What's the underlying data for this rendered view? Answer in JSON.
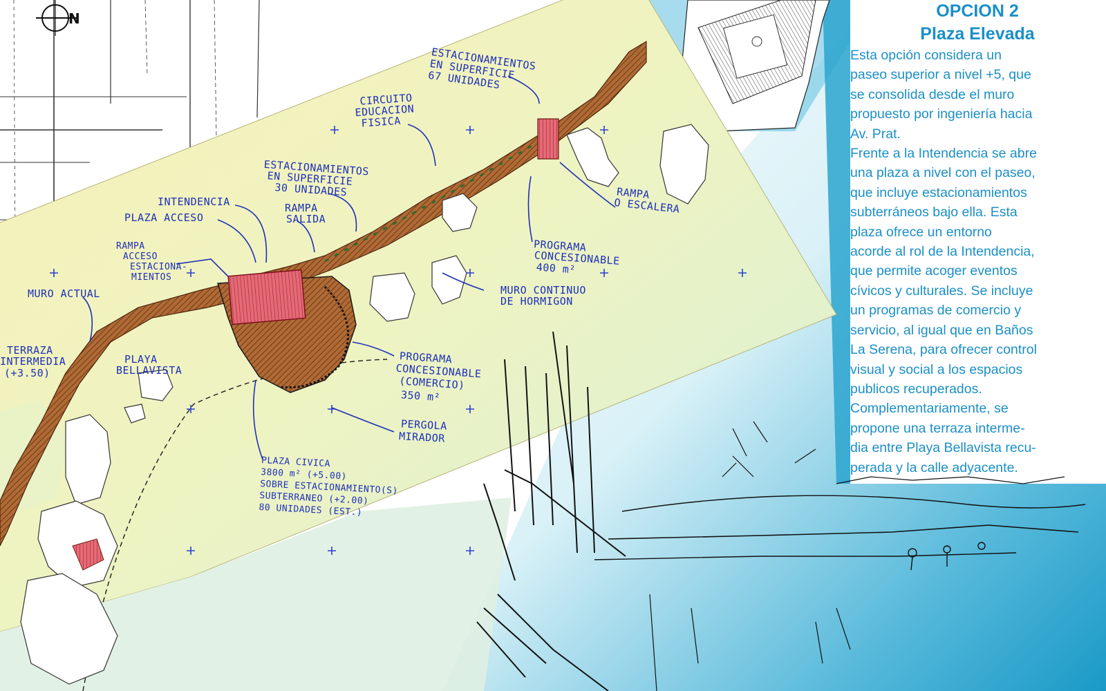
{
  "sidebar": {
    "title": "OPCION 2",
    "subtitle": "Plaza Elevada",
    "lines": [
      "Esta opción considera un",
      "paseo superior a nivel +5,  que",
      "se consolida desde el muro",
      "propuesto por ingeniería hacia",
      "Av. Prat.",
      "Frente a la Intendencia se abre",
      "una plaza a nivel con el paseo,",
      "que incluye estacionamientos",
      "subterráneos bajo ella. Esta",
      "plaza ofrece un entorno",
      "acorde al rol de la Intendencia,",
      "que permite acoger eventos",
      "cívicos y culturales. Se incluye",
      "un programas de comercio y",
      "servicio, al igual que en Baños",
      "La Serena, para ofrecer control",
      "visual y social  a los espacios",
      "publicos recuperados.",
      "Complementariamente, se",
      "propone una terraza interme-",
      "dia entre Playa Bellavista recu-",
      "perada y la calle adyacente."
    ]
  },
  "plan_labels": {
    "est_67": [
      "ESTACIONAMIENTOS",
      "EN SUPERFICIE",
      "67 UNIDADES"
    ],
    "circuito": [
      "CIRCUITO",
      "EDUCACION",
      "FISICA"
    ],
    "est_30": [
      "ESTACIONAMIENTOS",
      "EN SUPERFICIE",
      "30 UNIDADES"
    ],
    "intendencia": "INTENDENCIA",
    "plaza_acceso": "PLAZA ACCESO",
    "rampa_salida": [
      "RAMPA",
      "SALIDA"
    ],
    "rampa_acceso": [
      "RAMPA",
      "ACCESO",
      "ESTACIONA-",
      "MIENTOS"
    ],
    "muro_actual": "MURO ACTUAL",
    "terraza": [
      "TERRAZA",
      "INTERMEDIA",
      "(+3.50)"
    ],
    "playa": [
      "PLAYA",
      "BELLAVISTA"
    ],
    "rampa_escalera": [
      "RAMPA",
      "O ESCALERA"
    ],
    "programa_400": [
      "PROGRAMA",
      "CONCESIONABLE",
      "400 m²"
    ],
    "muro_continuo": [
      "MURO CONTINUO",
      "DE HORMIGON"
    ],
    "programa_350": [
      "PROGRAMA",
      "CONCESIONABLE",
      "(COMERCIO)",
      "350 m²"
    ],
    "pergola": [
      "PERGOLA",
      "MIRADOR"
    ],
    "plaza_civica": [
      "PLAZA CIVICA",
      "3800 m² (+5.00)",
      "SOBRE ESTACIONAMIENTO(S)",
      "SUBTERRANEO (+2.00)",
      "80 UNIDADES (EST.)"
    ],
    "north": "N"
  },
  "colors": {
    "title": "#1b8fc7",
    "body_text": "#1b8fc7",
    "annotation_ink": "#1d2fb8",
    "paper": "#f4f0b4",
    "water_light": "#d9f1f7",
    "water_dark": "#1a9ac7",
    "promenade": "#9c5b2e",
    "roof_red": "#d74b5a"
  }
}
